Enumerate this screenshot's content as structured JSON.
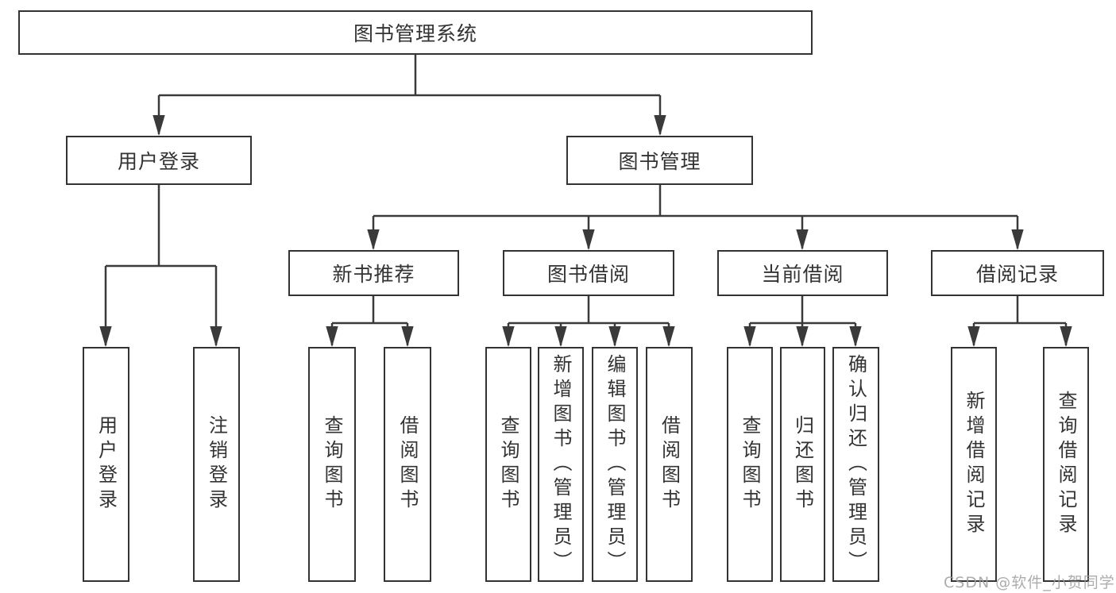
{
  "colors": {
    "line": "#3a3a3a",
    "text": "#333333",
    "box_border": "#333333",
    "box_bg": "#ffffff",
    "watermark": "#9e9e9e"
  },
  "watermark": {
    "text": "CSDN @软件_小贺同学"
  },
  "diagram": {
    "root": {
      "label": "图书管理系统"
    },
    "branches": [
      {
        "label": "用户登录",
        "children": [
          "用户登录",
          "注销登录"
        ]
      },
      {
        "label": "图书管理",
        "groups": [
          {
            "label": "新书推荐",
            "children": [
              "查询图书",
              "借阅图书"
            ]
          },
          {
            "label": "图书借阅",
            "children": [
              "查询图书",
              "新增图书（管理员）",
              "编辑图书（管理员）",
              "借阅图书"
            ]
          },
          {
            "label": "当前借阅",
            "children": [
              "查询图书",
              "归还图书",
              "确认归还（管理员）"
            ]
          },
          {
            "label": "借阅记录",
            "children": [
              "新增借阅记录",
              "查询借阅记录"
            ]
          }
        ]
      }
    ]
  }
}
